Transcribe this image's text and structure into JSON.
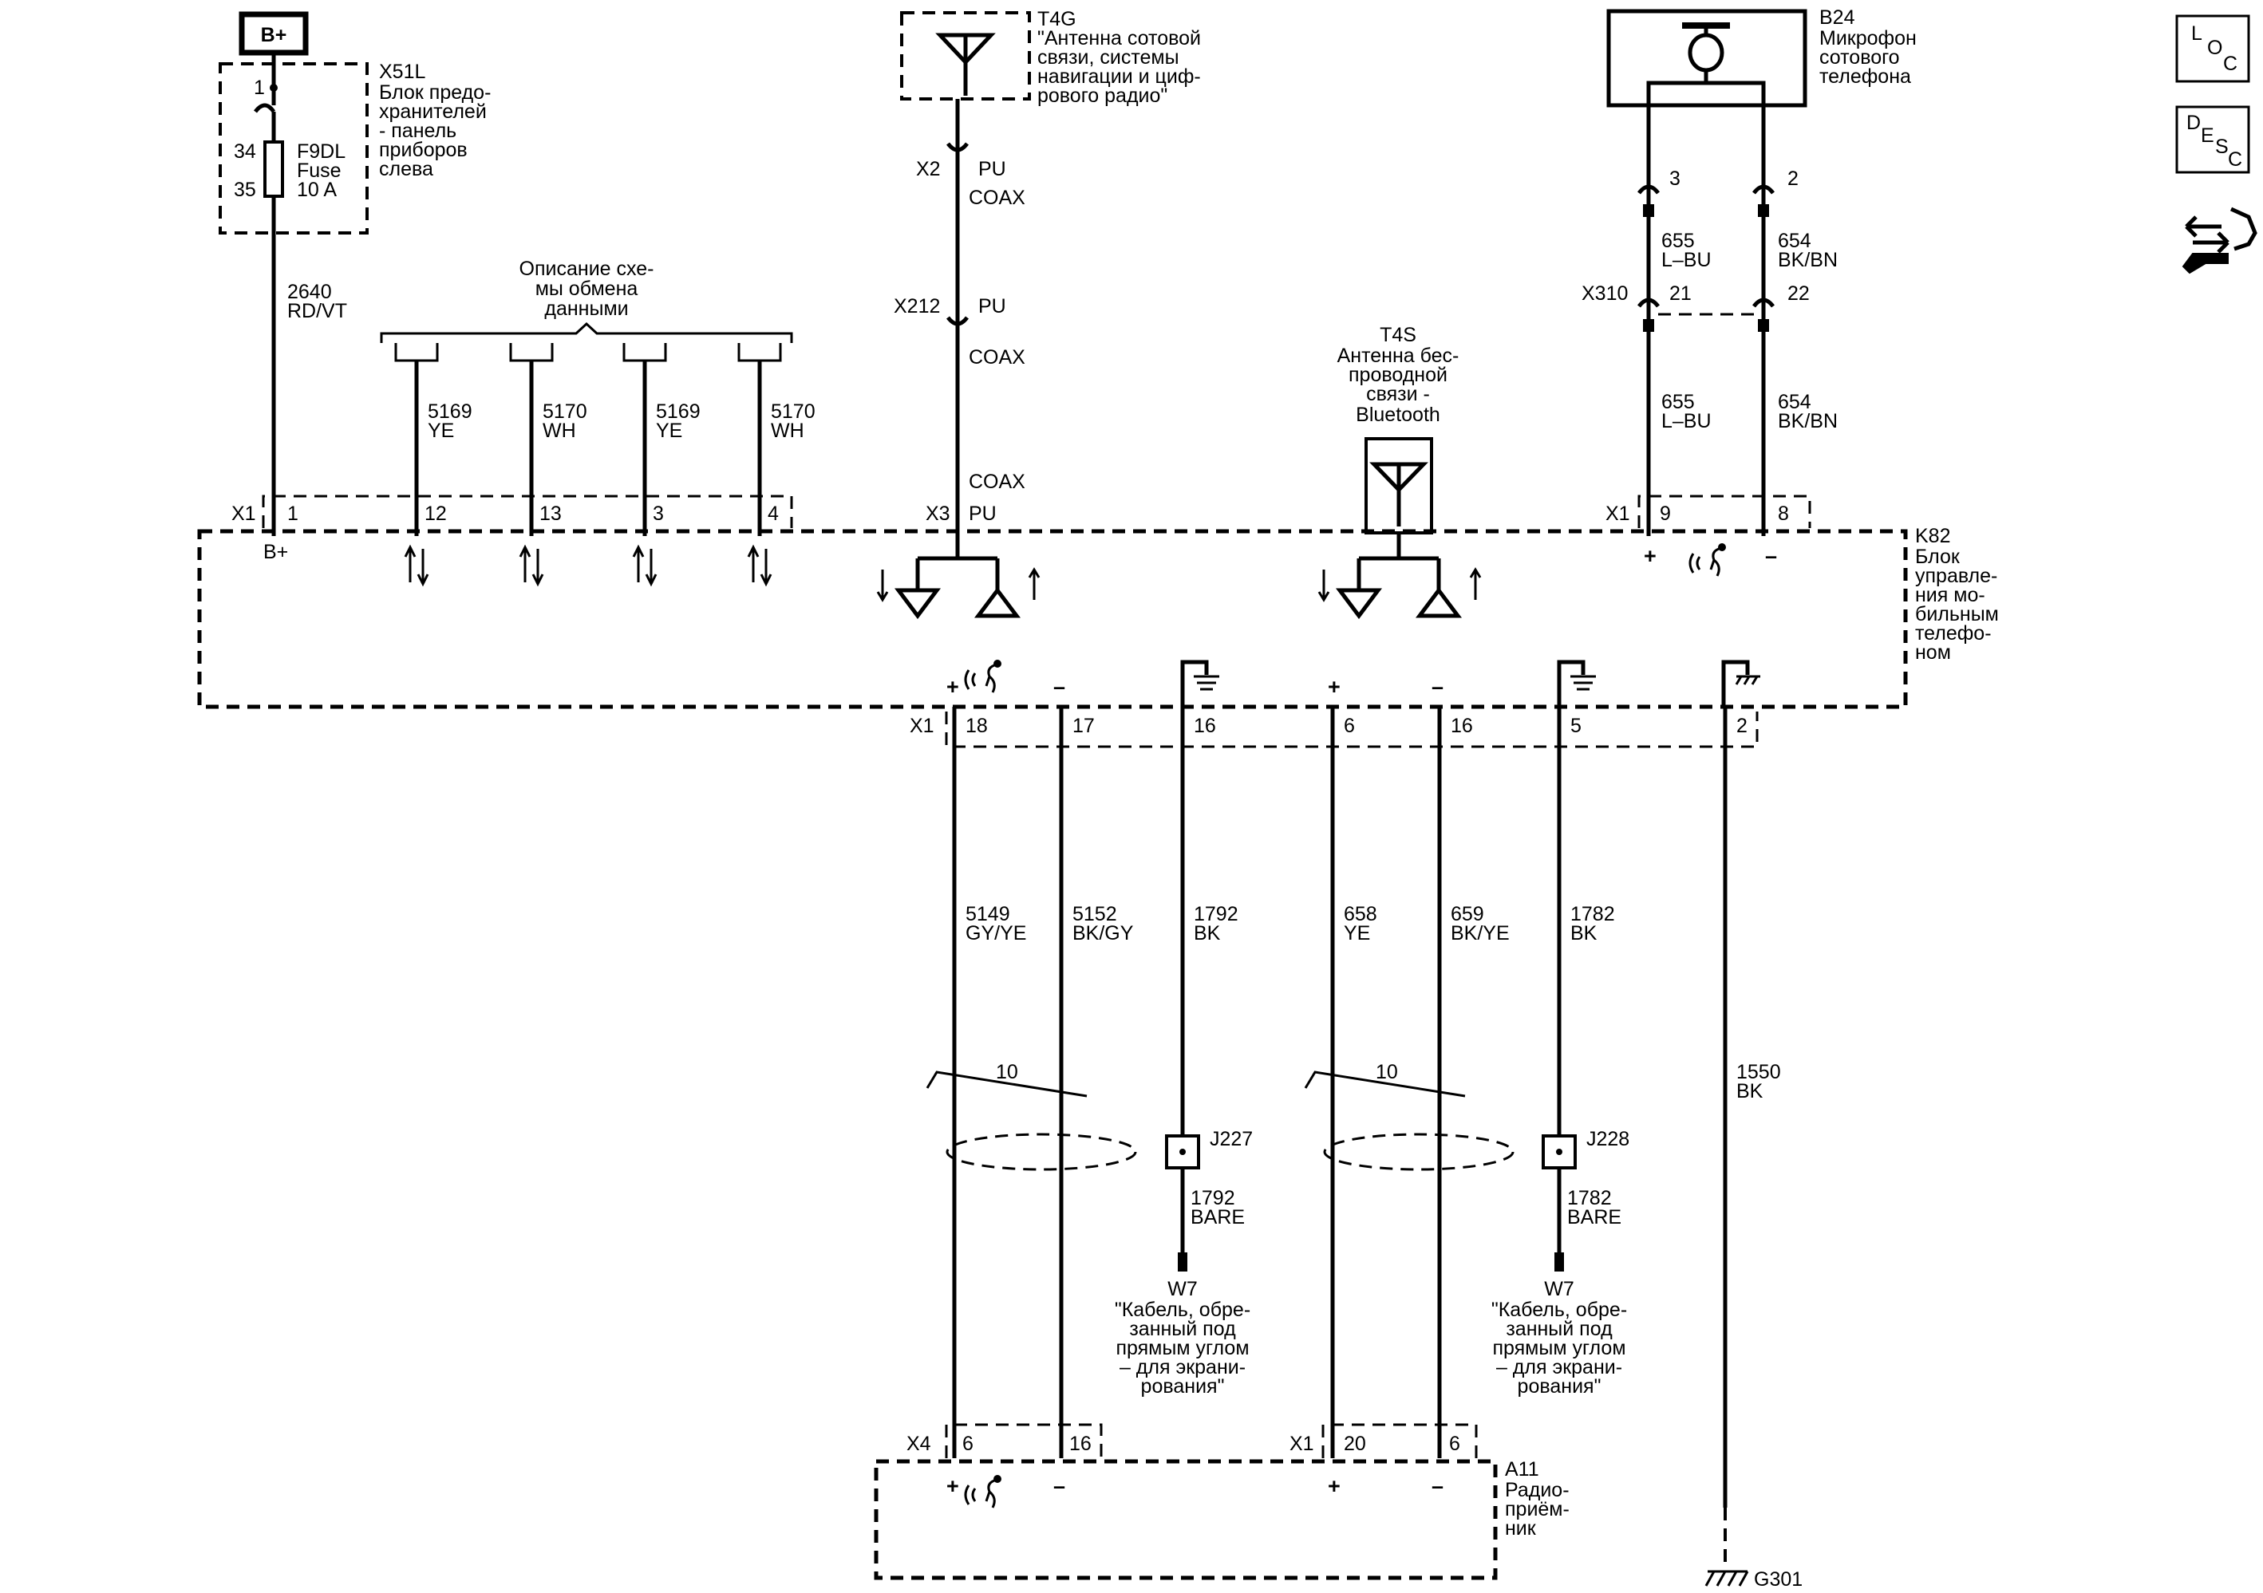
{
  "power": {
    "b_plus": "B+"
  },
  "fuse_block": {
    "ref": "X51L",
    "name": [
      "Блок предо-",
      "хранителей",
      "- панель",
      "приборов",
      "слева"
    ],
    "pin_top": "1",
    "pin_a": "34",
    "pin_b": "35",
    "fuse_ref": "F9DL",
    "fuse_word": "Fuse",
    "fuse_rating": "10 A",
    "wire_num": "2640",
    "wire_color": "RD/VT"
  },
  "data_bus": {
    "label": [
      "Описание схе-",
      "мы обмена",
      "данными"
    ],
    "wires": [
      {
        "num": "5169",
        "color": "YE",
        "pin": "12"
      },
      {
        "num": "5170",
        "color": "WH",
        "pin": "13"
      },
      {
        "num": "5169",
        "color": "YE",
        "pin": "3"
      },
      {
        "num": "5170",
        "color": "WH",
        "pin": "4"
      }
    ]
  },
  "antenna_cell": {
    "ref": "T4G",
    "name": [
      "\"Антенна сотовой",
      "связи, системы",
      "навигации и циф-",
      "рового радио\""
    ],
    "conn1": "X2",
    "conn1_type": "PU",
    "coax1": "COAX",
    "conn2": "X212",
    "conn2_type": "PU",
    "coax2": "COAX",
    "coax3": "COAX",
    "conn3": "X3",
    "conn3_type": "PU"
  },
  "antenna_bt": {
    "ref": "T4S",
    "name": [
      "Антенна бес-",
      "проводной",
      "связи -",
      "Bluetooth"
    ]
  },
  "microphone": {
    "ref": "B24",
    "name": [
      "Микрофон",
      "сотового",
      "телефона"
    ],
    "pin_left": "3",
    "pin_right": "2",
    "wire_left_num": "655",
    "wire_left_color": "L–BU",
    "wire_right_num": "654",
    "wire_right_color": "BK/BN",
    "conn": "X310",
    "conn_pin_left": "21",
    "conn_pin_right": "22",
    "wire_left_num2": "655",
    "wire_left_color2": "L–BU",
    "wire_right_num2": "654",
    "wire_right_color2": "BK/BN"
  },
  "module": {
    "ref": "K82",
    "name": [
      "Блок",
      "управле-",
      "ния мо-",
      "бильным",
      "телефо-",
      "ном"
    ],
    "top_conn": "X1",
    "top_pin_bplus": "1",
    "bplus_label": "B+",
    "top_conn_right": "X1",
    "top_pin_mic_plus": "9",
    "top_pin_mic_minus": "8",
    "bottom_conn": "X1",
    "bottom_pins": [
      "18",
      "17",
      "16",
      "6",
      "16",
      "5",
      "2"
    ]
  },
  "bottom_wires": [
    {
      "num": "5149",
      "color": "GY/YE"
    },
    {
      "num": "5152",
      "color": "BK/GY"
    },
    {
      "num": "1792",
      "color": "BK"
    },
    {
      "num": "658",
      "color": "YE"
    },
    {
      "num": "659",
      "color": "BK/YE"
    },
    {
      "num": "1782",
      "color": "BK"
    },
    {
      "num": "1550",
      "color": "BK"
    }
  ],
  "twist_left": "10",
  "twist_right": "10",
  "splice_left": {
    "ref": "J227",
    "num": "1792",
    "color": "BARE"
  },
  "splice_right": {
    "ref": "J228",
    "num": "1782",
    "color": "BARE"
  },
  "drain_left": {
    "ref": "W7",
    "name": [
      "\"Кабель, обре-",
      "занный под",
      "прямым углом",
      "– для экрани-",
      "рования\""
    ]
  },
  "drain_right": {
    "ref": "W7",
    "name": [
      "\"Кабель, обре-",
      "занный под",
      "прямым углом",
      "– для экрани-",
      "рования\""
    ]
  },
  "radio": {
    "ref": "A11",
    "name": [
      "Радио-",
      "приём-",
      "ник"
    ],
    "conn_left": "X4",
    "pin_l1": "6",
    "pin_l2": "16",
    "conn_right": "X1",
    "pin_r1": "20",
    "pin_r2": "6"
  },
  "ground": {
    "ref": "G301"
  },
  "symbols": {
    "plus": "+",
    "minus": "–"
  },
  "side_icons": {
    "loc": [
      "L",
      "O",
      "C"
    ],
    "desc": [
      "D",
      "E",
      "S",
      "C"
    ],
    "connector_icon": "connector-tool-icon"
  }
}
